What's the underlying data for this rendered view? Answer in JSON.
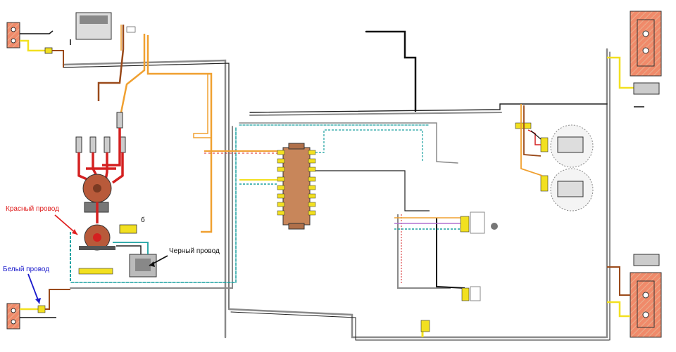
{
  "labels": {
    "red_wire": "Красный провод",
    "black_wire": "Черный провод",
    "white_wire": "Белый провод"
  },
  "connector_label": "б",
  "colors": {
    "red_label": "#e02020",
    "black_label": "#111111",
    "white_label": "#1a1acc",
    "wire_black": "#111111",
    "wire_grey": "#8a8a8a",
    "wire_orange": "#f0a030",
    "wire_brown": "#9a4a1a",
    "wire_red": "#d42020",
    "wire_yellow": "#f2e020",
    "wire_teal": "#1aa0a0",
    "wire_blue": "#3a6ad0",
    "fusebox": "#c8865a",
    "lamp_body": "#f08a6a"
  }
}
